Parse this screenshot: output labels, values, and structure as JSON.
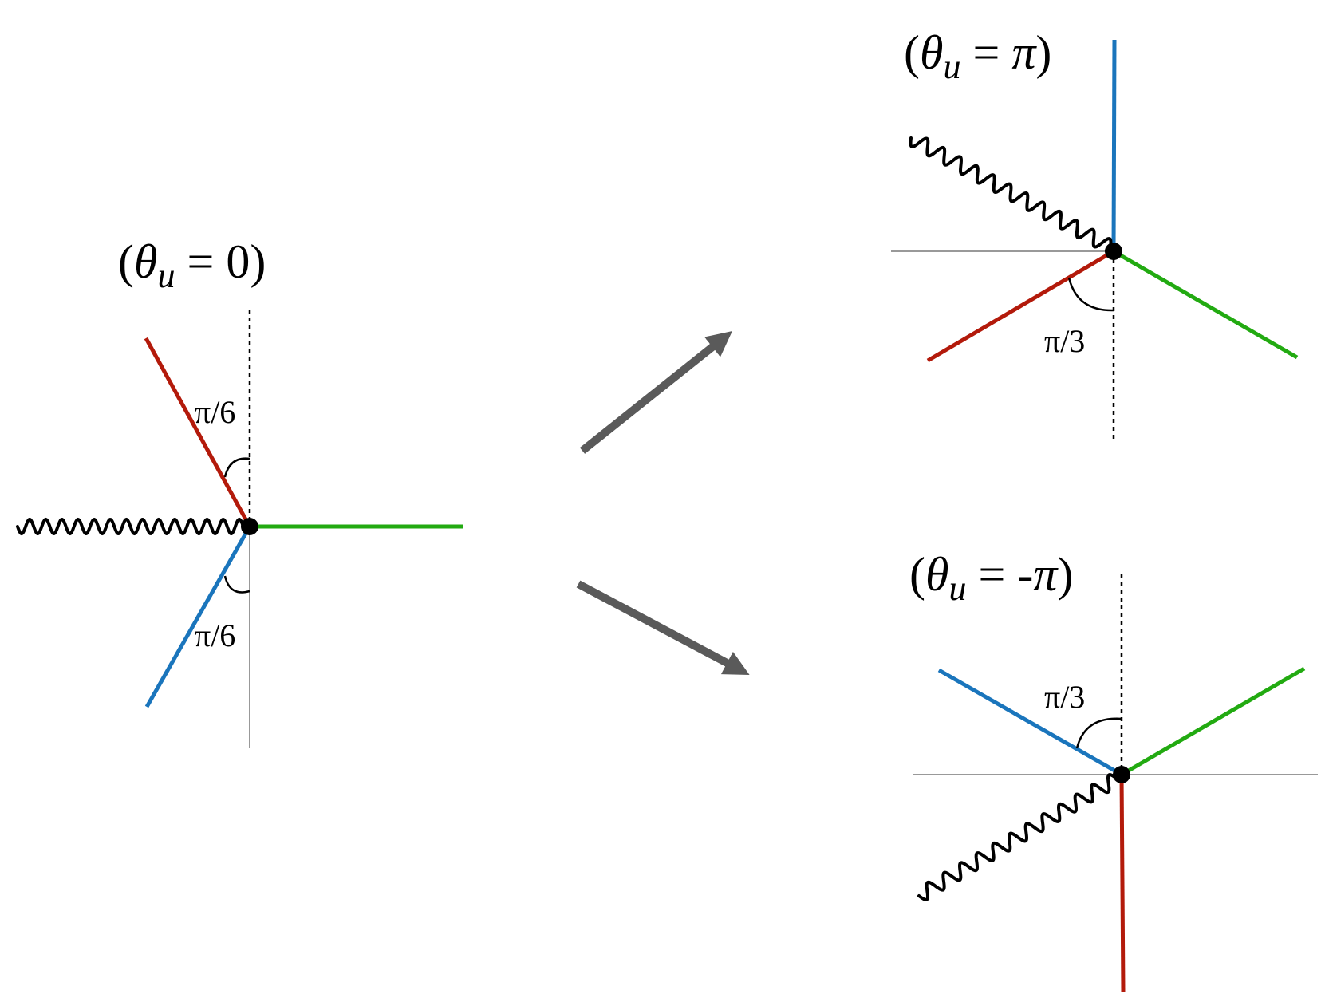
{
  "panels": {
    "start": {
      "title": {
        "theta": "θ",
        "sub": "u",
        "eq": " = ",
        "value": "0",
        "open": "(",
        "close": ")"
      },
      "angle_upper": "π/6",
      "angle_lower": "π/6"
    },
    "top": {
      "title": {
        "theta": "θ",
        "sub": "u",
        "eq": " = ",
        "value": "π",
        "open": "(",
        "close": ")"
      },
      "angle": "π/3"
    },
    "bottom": {
      "title": {
        "theta": "θ",
        "sub": "u",
        "eq": " = ",
        "value": "-π",
        "open": "(",
        "close": ")"
      },
      "angle": "π/3"
    }
  },
  "colors": {
    "red": "#b31a0b",
    "blue": "#1a75bc",
    "green": "#22aa11",
    "arrow": "#5a5a5a",
    "axis": "#999999",
    "wave": "#000000"
  }
}
